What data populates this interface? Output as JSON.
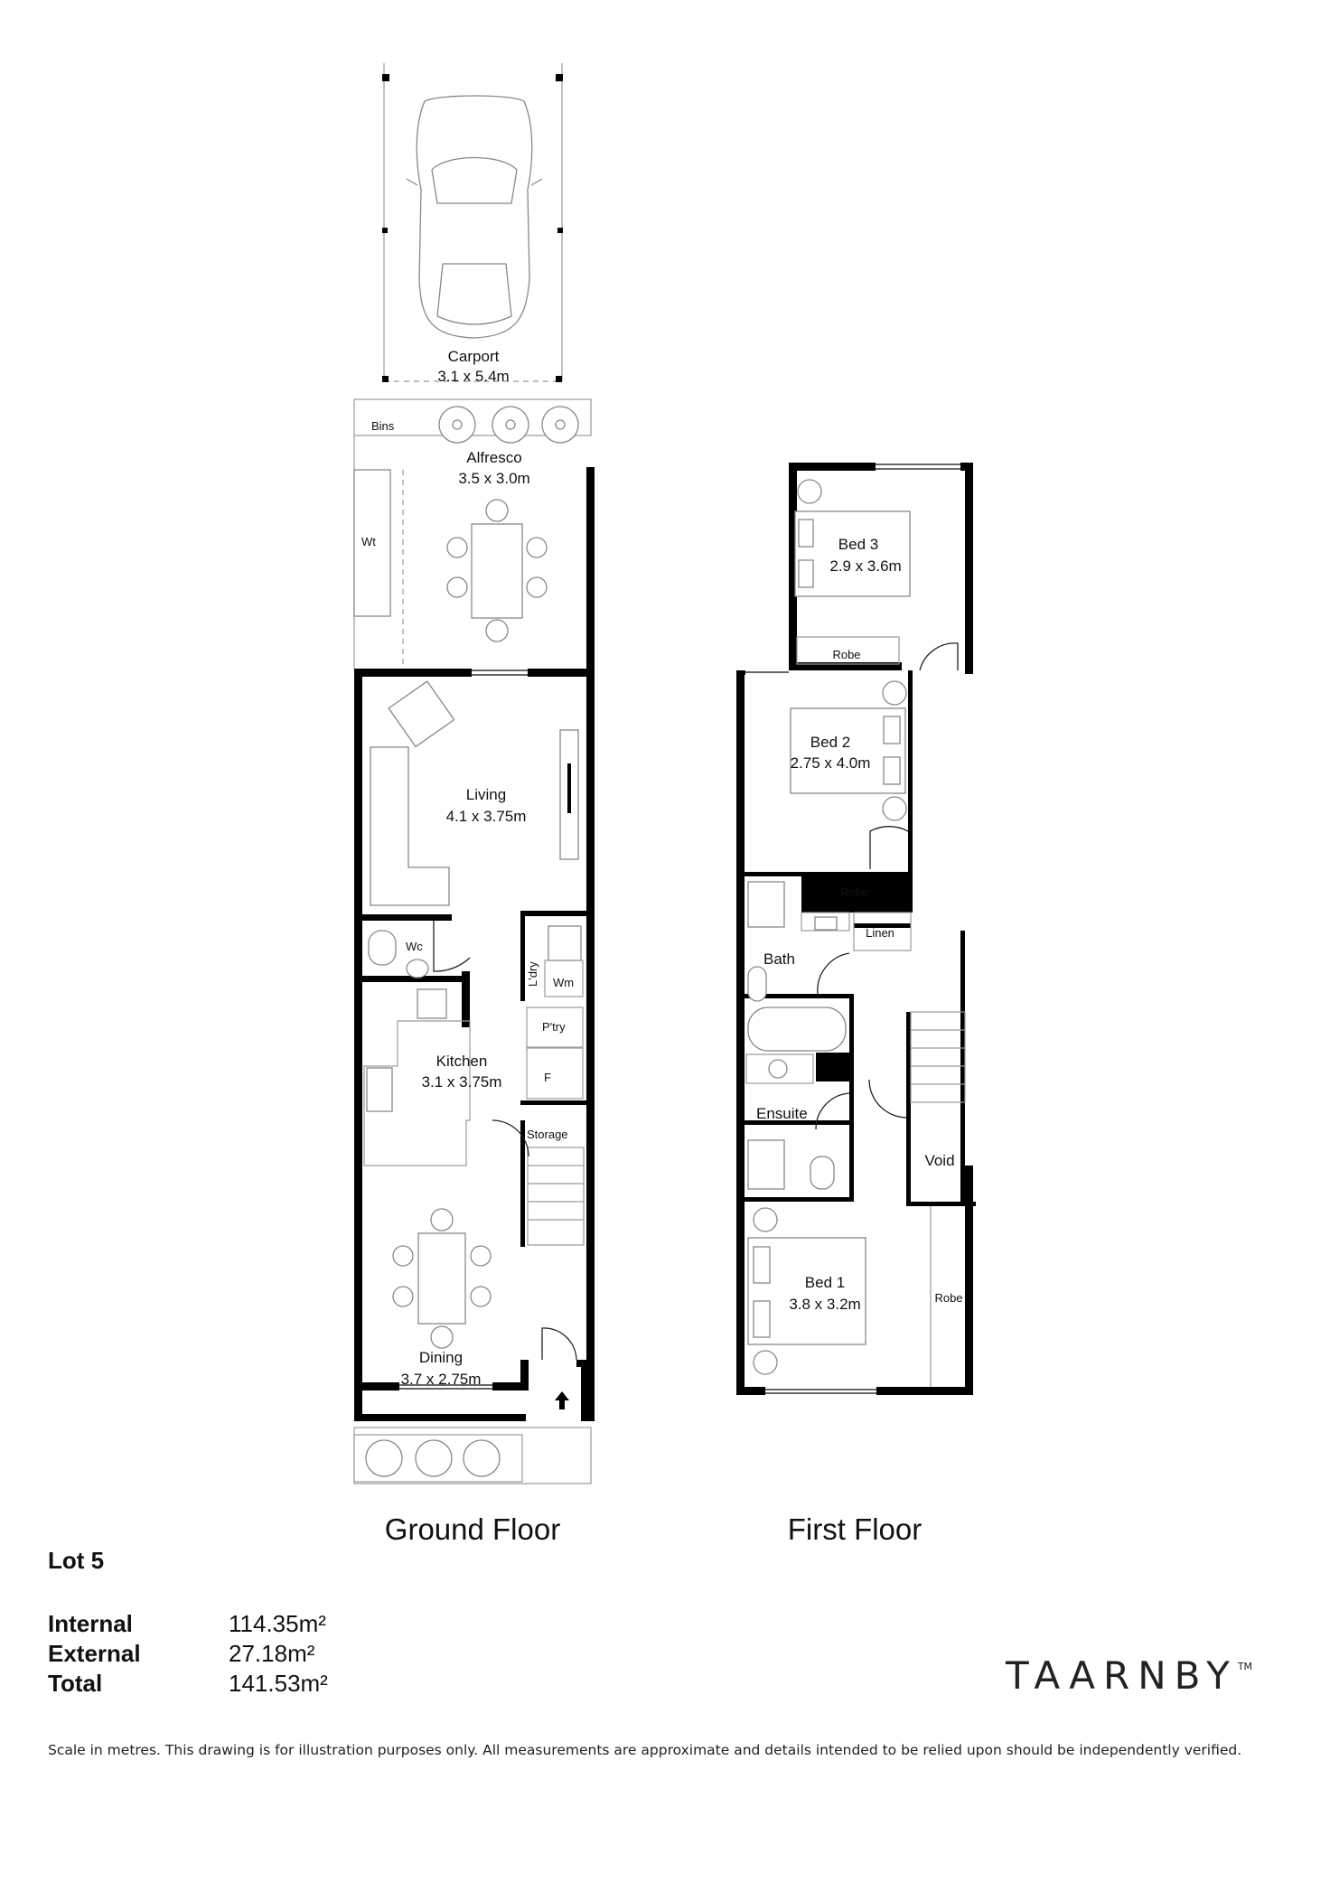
{
  "floors": {
    "ground": {
      "title": "Ground Floor",
      "rooms": {
        "carport": {
          "name": "Carport",
          "dims": "3.1 x 5.4m"
        },
        "bins": {
          "name": "Bins"
        },
        "alfresco": {
          "name": "Alfresco",
          "dims": "3.5 x 3.0m"
        },
        "wt": {
          "name": "Wt"
        },
        "living": {
          "name": "Living",
          "dims": "4.1 x 3.75m"
        },
        "wc": {
          "name": "Wc"
        },
        "ldry": {
          "name": "L'dry"
        },
        "wm": {
          "name": "Wm"
        },
        "ptry": {
          "name": "P'try"
        },
        "kitchen": {
          "name": "Kitchen",
          "dims": "3.1 x 3.75m"
        },
        "fridge": {
          "name": "F"
        },
        "storage": {
          "name": "Storage"
        },
        "dining": {
          "name": "Dining",
          "dims": "3.7 x 2.75m"
        }
      }
    },
    "first": {
      "title": "First Floor",
      "rooms": {
        "bed3": {
          "name": "Bed 3",
          "dims": "2.9 x 3.6m"
        },
        "robe3": {
          "name": "Robe"
        },
        "bed2": {
          "name": "Bed 2",
          "dims": "2.75 x 4.0m"
        },
        "robe2": {
          "name": "Robe"
        },
        "linen": {
          "name": "Linen"
        },
        "bath": {
          "name": "Bath"
        },
        "ensuite": {
          "name": "Ensuite"
        },
        "void": {
          "name": "Void"
        },
        "bed1": {
          "name": "Bed 1",
          "dims": "3.8 x 3.2m"
        },
        "robe1": {
          "name": "Robe"
        }
      }
    }
  },
  "lot": "Lot 5",
  "areas": [
    {
      "label": "Internal",
      "value": "114.35m²"
    },
    {
      "label": "External",
      "value": "27.18m²"
    },
    {
      "label": "Total",
      "value": "141.53m²"
    }
  ],
  "brand": {
    "name": "TAARNBY",
    "mark": "TM"
  },
  "disclaimer": "Scale in metres. This drawing is for illustration purposes only. All measurements are approximate and details intended to be relied upon should be independently verified."
}
